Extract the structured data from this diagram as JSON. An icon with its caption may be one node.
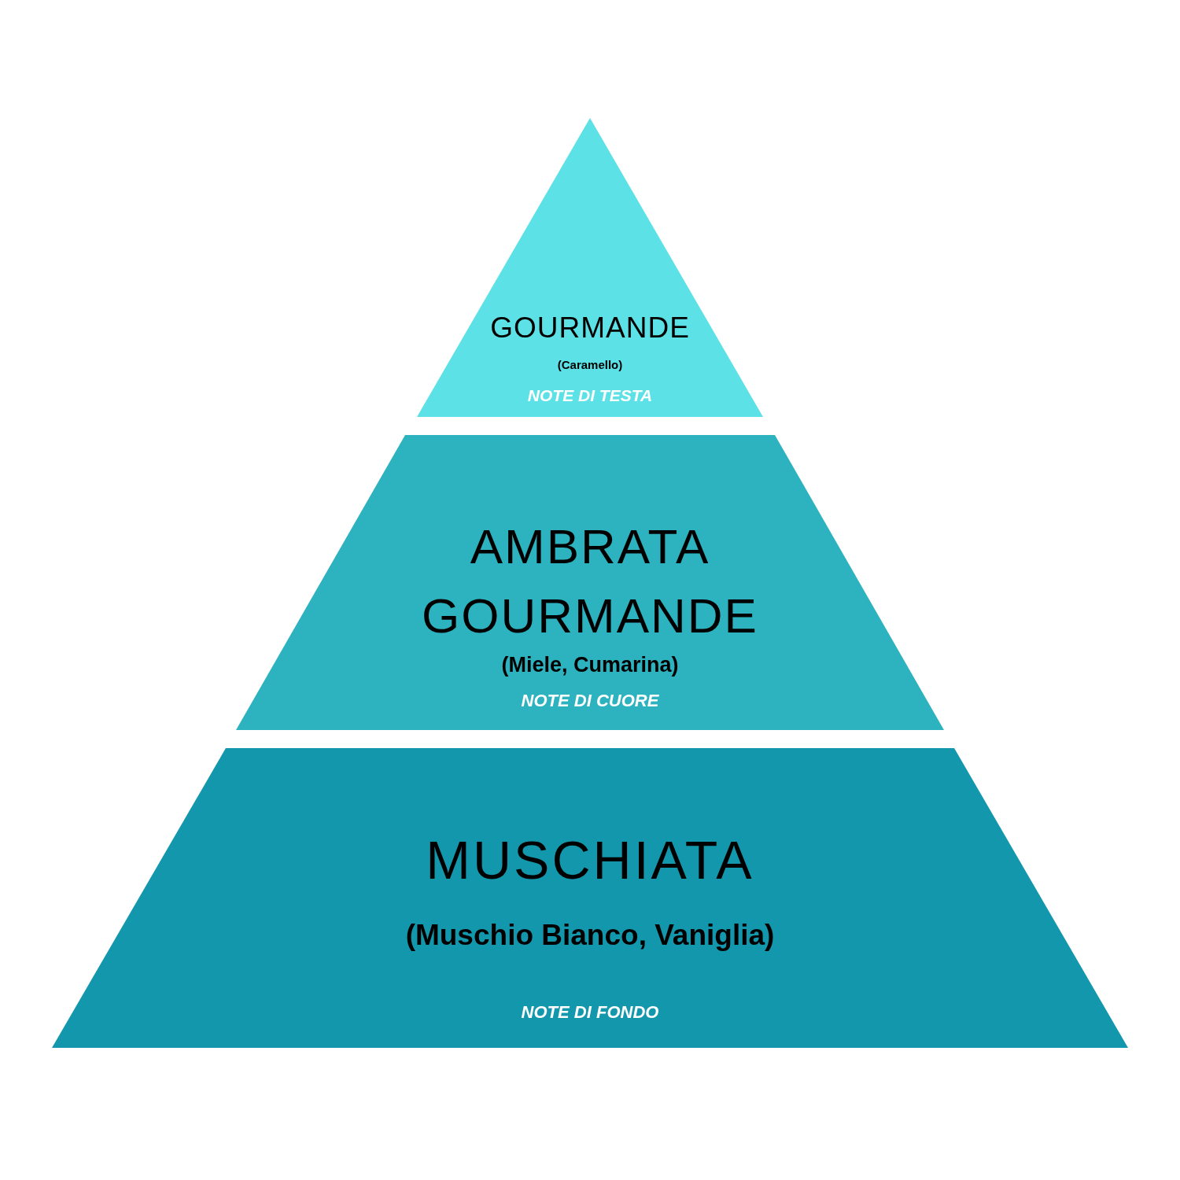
{
  "diagram": {
    "nodes": [
      {
        "text": [
          "GOURMANDE",
          "(Caramello)",
          "NOTE DI TESTA"
        ]
      },
      {
        "text": [
          "AMBRATA GOURMANDE",
          "(Miele, Cumarina)",
          "NOTE DI CUORE"
        ]
      },
      {
        "text": [
          "MUSCHIATA",
          "(Muschio Bianco, Vaniglia)",
          "NOTE DI FONDO"
        ]
      }
    ]
  }
}
